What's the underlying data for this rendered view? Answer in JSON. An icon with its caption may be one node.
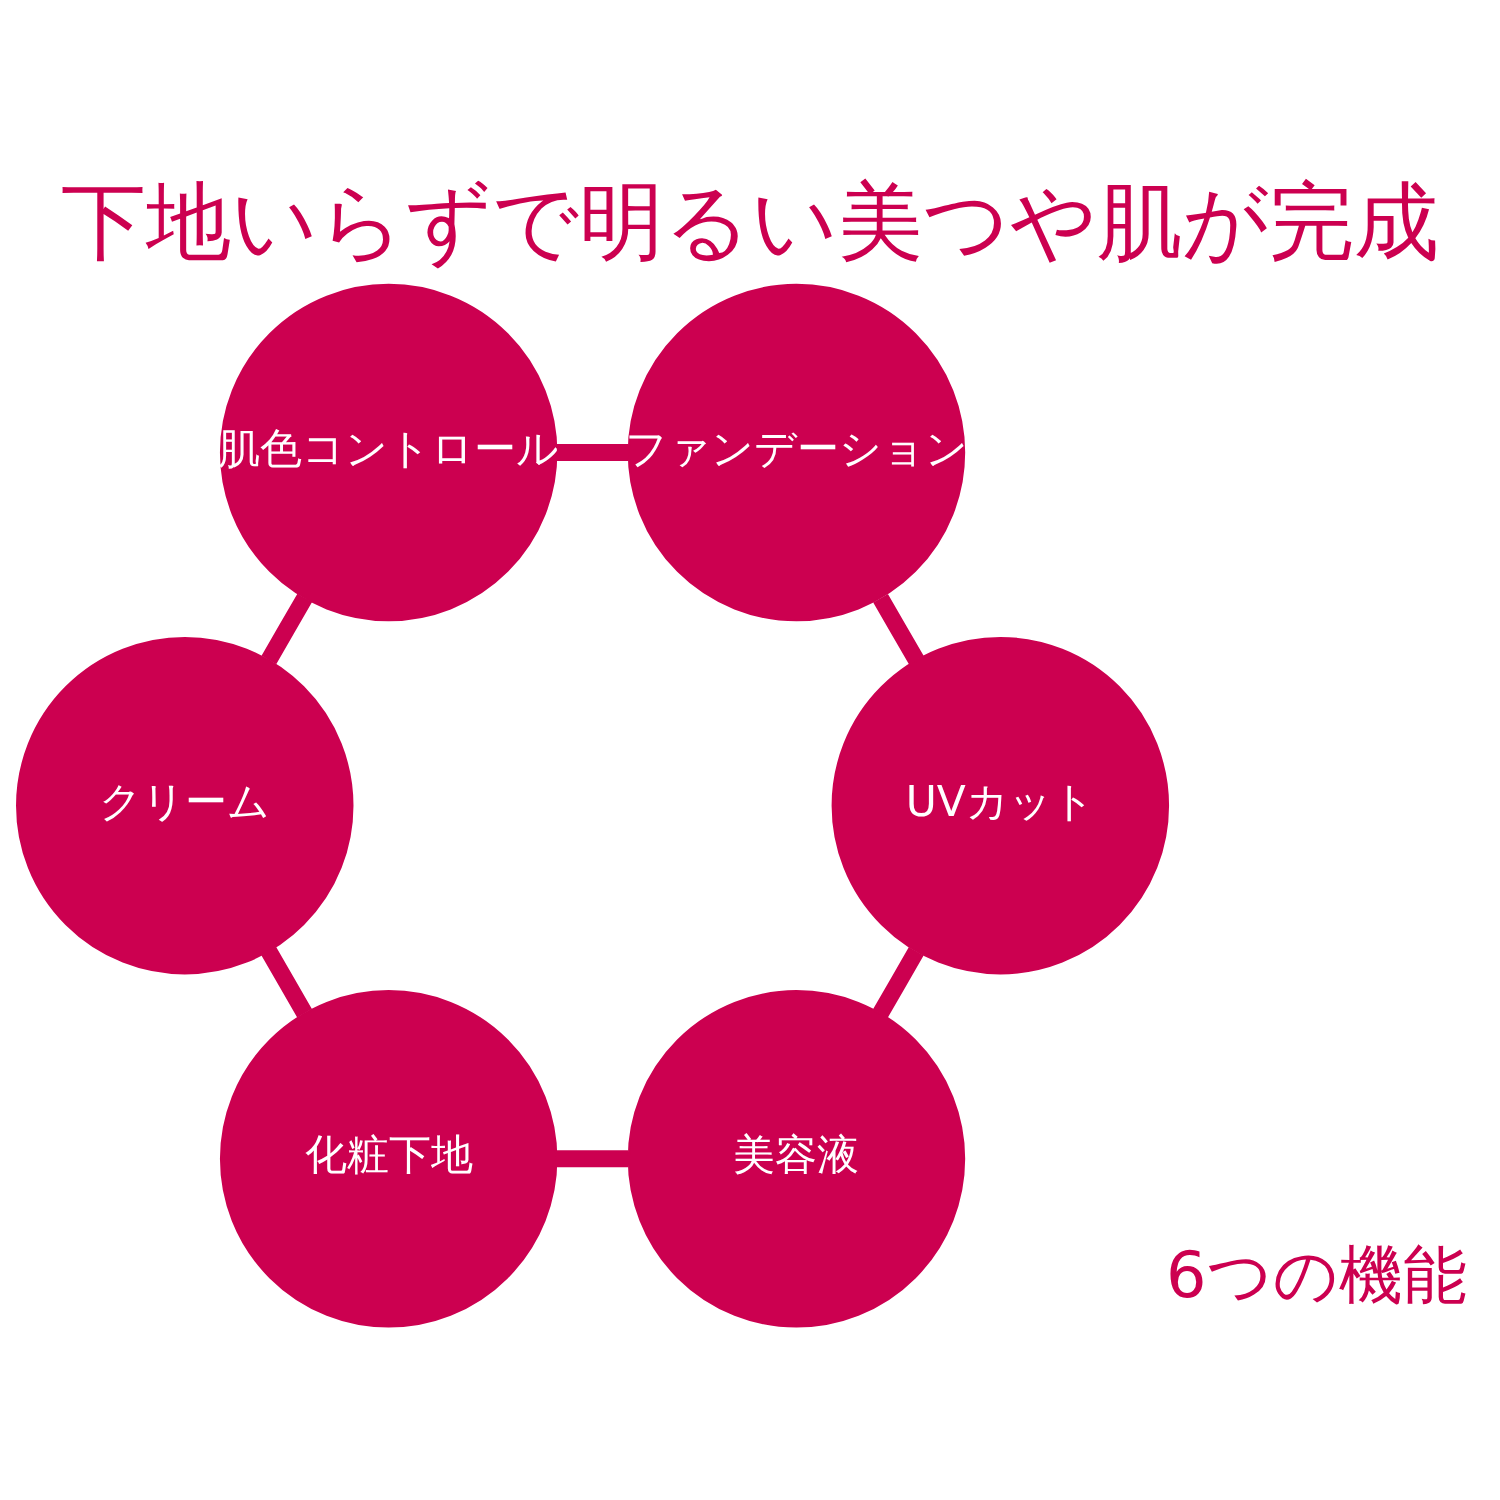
{
  "diagram": {
    "title": "下地いらずで明るい美つや肌が完成",
    "nodes": [
      {
        "text": [
          "美容液"
        ]
      },
      {
        "text": [
          "化粧下地"
        ]
      },
      {
        "text": [
          "クリーム"
        ]
      },
      {
        "text": [
          "肌色コントロール"
        ]
      },
      {
        "text": [
          "ファンデーション"
        ]
      },
      {
        "text": [
          "UVカット"
        ]
      }
    ],
    "edges": [
      {
        "from": 0,
        "to": 1,
        "arrow": "none"
      },
      {
        "from": 1,
        "to": 2,
        "arrow": "none"
      },
      {
        "from": 2,
        "to": 3,
        "arrow": "none"
      },
      {
        "from": 3,
        "to": 4,
        "arrow": "none"
      },
      {
        "from": 4,
        "to": 5,
        "arrow": "none"
      },
      {
        "from": 5,
        "to": 0,
        "arrow": "none"
      }
    ],
    "labels": [
      "6つの機能"
    ]
  }
}
